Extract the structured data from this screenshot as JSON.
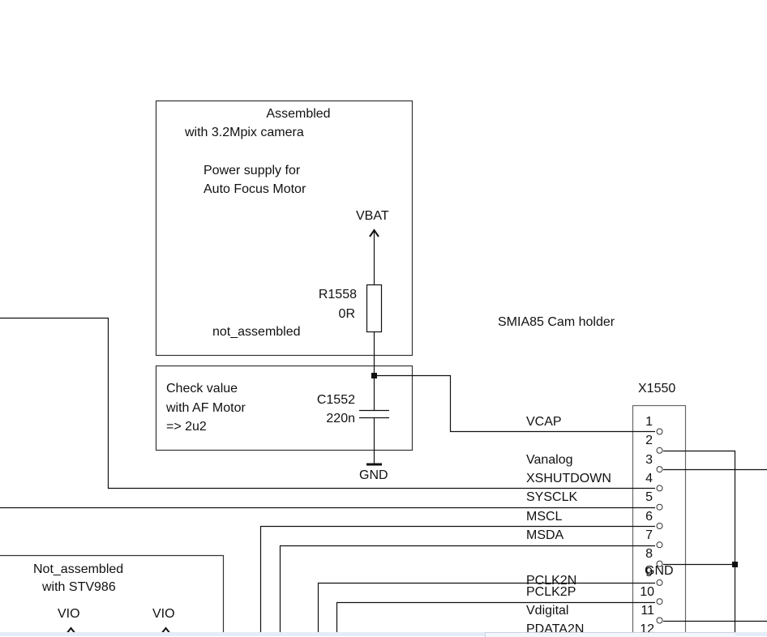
{
  "schematic": {
    "title": "SMIA85 Cam holder",
    "power_block": {
      "heading_lines": [
        "Assembled",
        "with 3.2Mpix camera"
      ],
      "description_lines": [
        "Power supply for",
        "Auto Focus Motor"
      ],
      "supply_label": "VBAT",
      "resistor": {
        "ref": "R1558",
        "value": "0R"
      },
      "assembly_note": "not_assembled"
    },
    "cap_block": {
      "note_lines": [
        "Check value",
        "with AF Motor",
        "=> 2u2"
      ],
      "capacitor": {
        "ref": "C1552",
        "value": "220n"
      },
      "ground_label": "GND"
    },
    "connector": {
      "ref": "X1550",
      "pins": [
        {
          "num": "1",
          "signal": "VCAP"
        },
        {
          "num": "2",
          "signal": ""
        },
        {
          "num": "3",
          "signal": "Vanalog"
        },
        {
          "num": "4",
          "signal": "XSHUTDOWN"
        },
        {
          "num": "5",
          "signal": "SYSCLK"
        },
        {
          "num": "6",
          "signal": "MSCL"
        },
        {
          "num": "7",
          "signal": "MSDA"
        },
        {
          "num": "8",
          "signal": ""
        },
        {
          "num": "9",
          "signal": "PCLK2N"
        },
        {
          "num": "10",
          "signal": "PCLK2P"
        },
        {
          "num": "11",
          "signal": "Vdigital"
        },
        {
          "num": "12",
          "signal": "PDATA2N"
        }
      ],
      "pin8_net": "GND"
    },
    "stv_block": {
      "heading_lines": [
        "Not_assembled",
        "with STV986"
      ],
      "supply_labels": [
        "VIO",
        "VIO"
      ]
    }
  }
}
